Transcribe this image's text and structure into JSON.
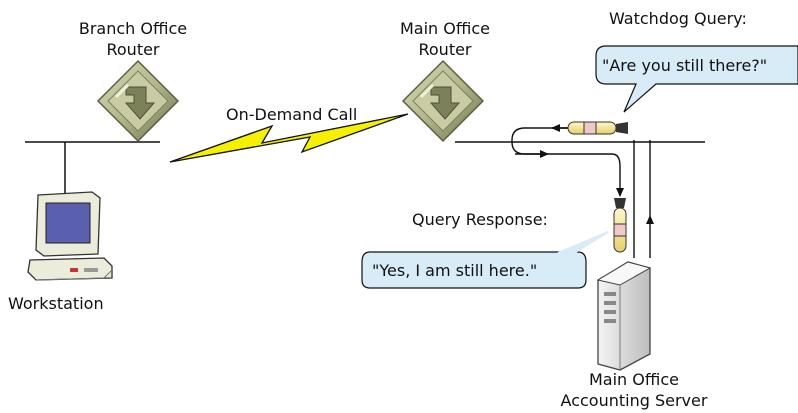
{
  "labels": {
    "branch_router_line1": "Branch Office",
    "branch_router_line2": "Router",
    "main_router_line1": "Main Office",
    "main_router_line2": "Router",
    "on_demand_call": "On-Demand Call",
    "watchdog_query": "Watchdog Query:",
    "query_response": "Query Response:",
    "workstation": "Workstation",
    "server_line1": "Main Office",
    "server_line2": "Accounting Server"
  },
  "bubbles": {
    "watchdog_text": "\"Are you still there?\"",
    "response_text": "\"Yes, I am still here.\""
  },
  "colors": {
    "line": "#111111",
    "bubble_fill": "#d8ecf7",
    "lightning_fill": "#f5f000",
    "router_fill": "#b9bd93",
    "router_dark": "#7d8159",
    "screen": "#5a5fb0",
    "computer_body": "#ececda",
    "server_body": "#e6e6e6"
  },
  "icons": {
    "branch_router": "router-icon",
    "main_router": "router-icon",
    "workstation": "workstation-icon",
    "server": "server-icon",
    "link": "lightning-icon",
    "packet": "packet-icon"
  }
}
